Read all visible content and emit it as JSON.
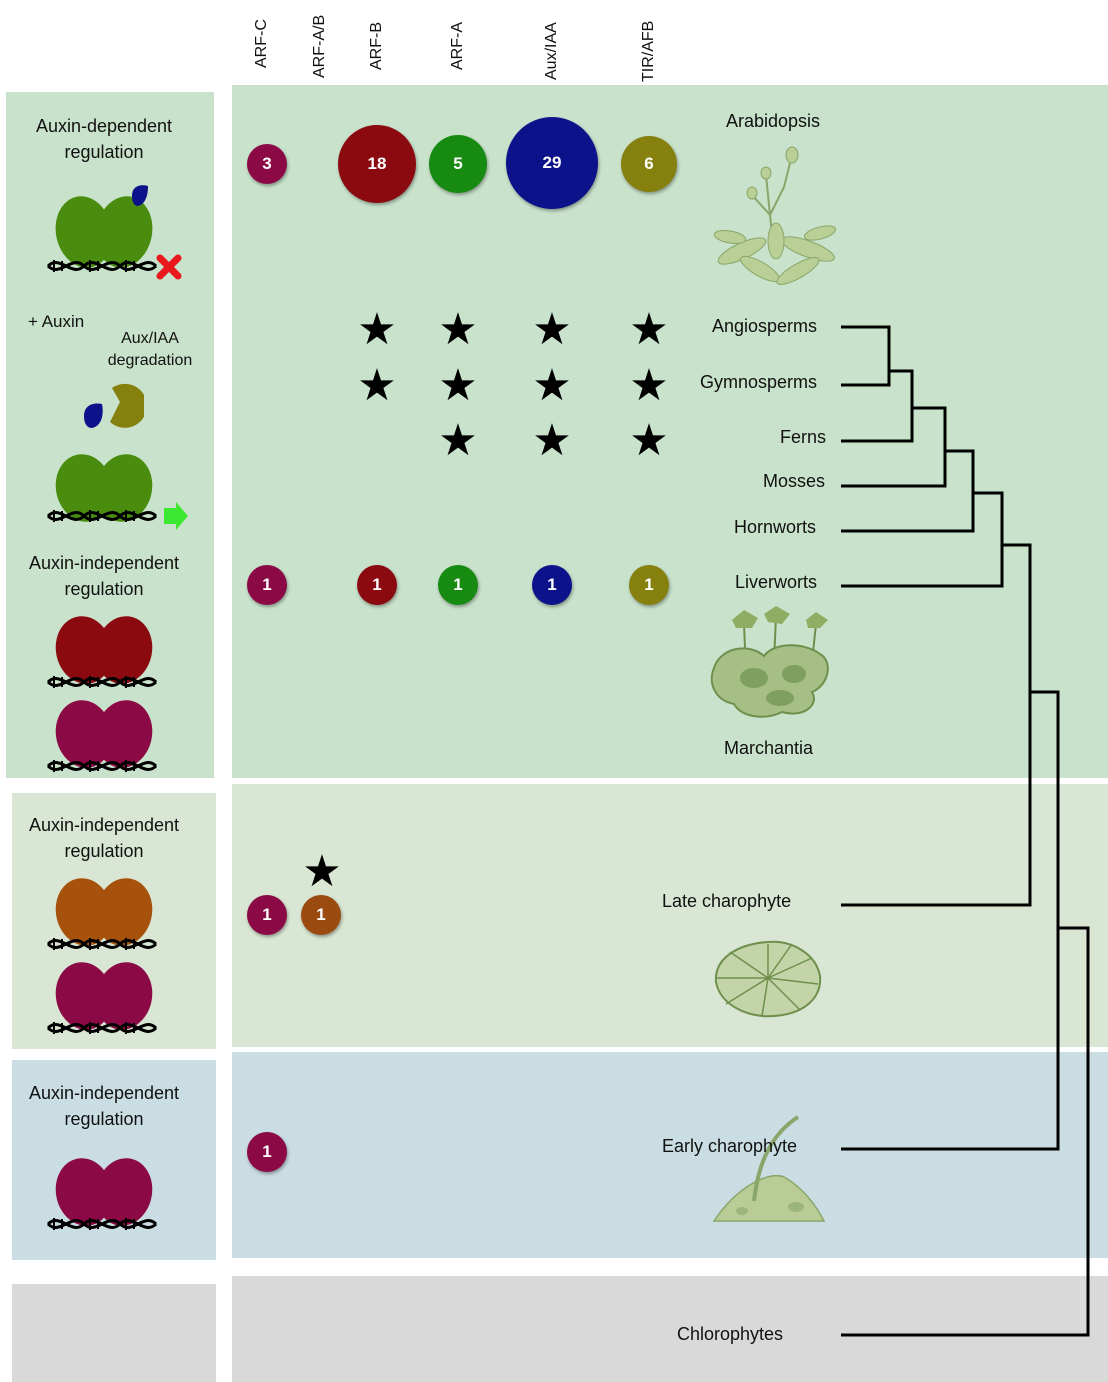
{
  "columns": [
    "ARF-C",
    "ARF-A/B",
    "ARF-B",
    "ARF-A",
    "Aux/IAA",
    "TIR/AFB"
  ],
  "left": {
    "panel1": {
      "dependent_line1": "Auxin-dependent",
      "dependent_line2": "regulation",
      "plus_auxin": "+ Auxin",
      "degradation_line1": "Aux/IAA",
      "degradation_line2": "degradation",
      "independent_line1": "Auxin-independent",
      "independent_line2": "regulation"
    },
    "panel2": {
      "line1": "Auxin-independent",
      "line2": "regulation"
    },
    "panel3": {
      "line1": "Auxin-independent",
      "line2": "regulation"
    }
  },
  "counts": {
    "arabidopsis": [
      "3",
      "18",
      "5",
      "29",
      "6"
    ],
    "marchantia": [
      "1",
      "1",
      "1",
      "1",
      "1"
    ],
    "late_charophyte": [
      "1",
      "1"
    ],
    "early_charophyte": [
      "1"
    ]
  },
  "taxa": {
    "arabidopsis": "Arabidopsis",
    "angiosperms": "Angiosperms",
    "gymnosperms": "Gymnosperms",
    "ferns": "Ferns",
    "mosses": "Mosses",
    "hornworts": "Hornworts",
    "liverworts": "Liverworts",
    "marchantia": "Marchantia",
    "late_charophyte": "Late charophyte",
    "early_charophyte": "Early charophyte",
    "chlorophytes": "Chlorophytes"
  },
  "colors": {
    "arf_c": "#8b0a46",
    "arf_ab": "#9b4a10",
    "arf_b": "#8b0a0f",
    "arf_a": "#178a12",
    "aux_iaa": "#0c128a",
    "tir_afb": "#86810e",
    "dimer_green": "#4a8c0e",
    "dimer_orange": "#a6520d",
    "panel_green": "#c8e2cb",
    "panel_pale": "#d8e6d3",
    "panel_blue": "#c9dde3",
    "panel_grey": "#d9d9d9"
  }
}
